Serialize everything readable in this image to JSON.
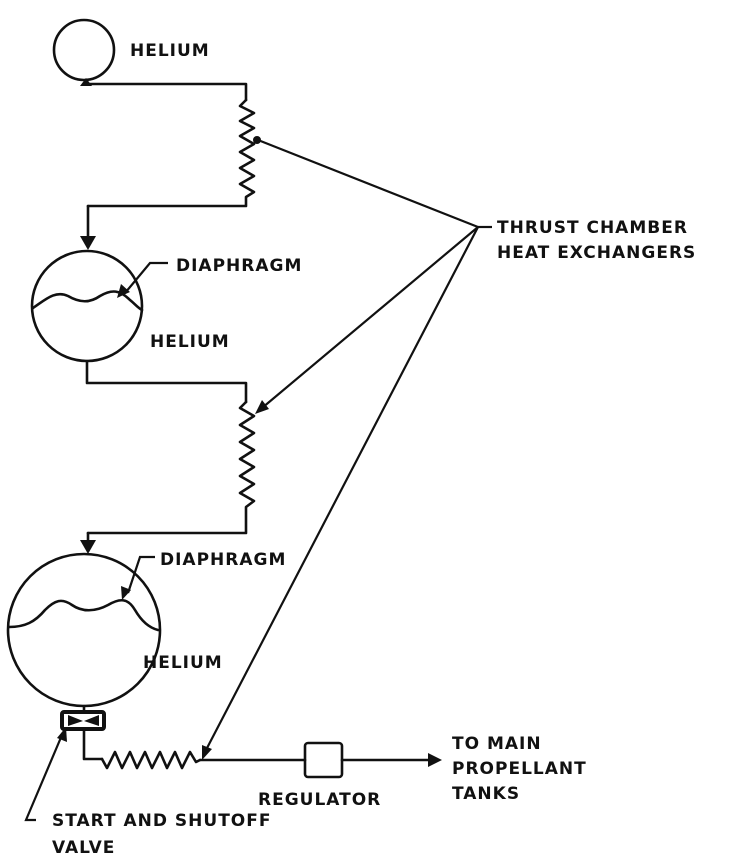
{
  "diagram": {
    "title": "Helium pressurization system with thrust chamber heat exchangers",
    "labels": {
      "helium_top": "HELIUM",
      "diaphragm_1": "DIAPHRAGM",
      "helium_mid": "HELIUM",
      "diaphragm_2": "DIAPHRAGM",
      "helium_bottom": "HELIUM",
      "heat_exchangers_line1": "THRUST CHAMBER",
      "heat_exchangers_line2": "HEAT EXCHANGERS",
      "regulator": "REGULATOR",
      "outlet_line1": "TO MAIN",
      "outlet_line2": "PROPELLANT",
      "outlet_line3": "TANKS",
      "valve_line1": "START AND SHUTOFF",
      "valve_line2": "VALVE"
    },
    "components": [
      {
        "id": "helium-sphere-small",
        "type": "tank",
        "label": "HELIUM"
      },
      {
        "id": "heat-exchanger-1",
        "type": "heat-exchanger"
      },
      {
        "id": "helium-tank-diaphragm-1",
        "type": "tank-with-diaphragm",
        "label": "HELIUM"
      },
      {
        "id": "heat-exchanger-2",
        "type": "heat-exchanger"
      },
      {
        "id": "helium-tank-diaphragm-2",
        "type": "tank-with-diaphragm",
        "label": "HELIUM"
      },
      {
        "id": "start-shutoff-valve",
        "type": "valve",
        "label": "START AND SHUTOFF VALVE"
      },
      {
        "id": "heat-exchanger-3",
        "type": "heat-exchanger"
      },
      {
        "id": "regulator",
        "type": "regulator",
        "label": "REGULATOR"
      },
      {
        "id": "outlet",
        "type": "outlet",
        "label": "TO MAIN PROPELLANT TANKS"
      }
    ]
  }
}
